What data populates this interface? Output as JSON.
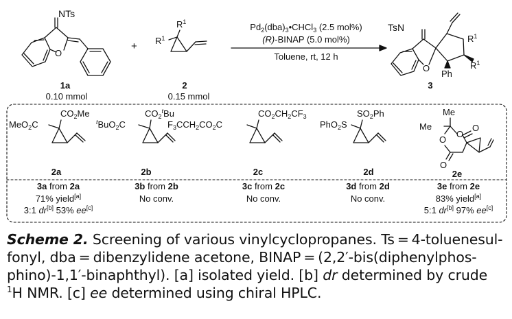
{
  "reaction": {
    "reactant1": {
      "group": "NTs",
      "heteroatom": "O",
      "label": "1a",
      "amount": "0.10 mmol"
    },
    "reactant2": {
      "sub1": "R",
      "sub1_sup": "1",
      "sub2": "R",
      "sub2_sup": "1",
      "label": "2",
      "amount": "0.15 mmol"
    },
    "plus": "+",
    "conditions": {
      "catalyst_a": "Pd",
      "catalyst_a_sub": "2",
      "catalyst_b": "(dba)",
      "catalyst_c_sub": "3",
      "catalyst_d": "•CHCl",
      "catalyst_e_sub": "3",
      "catalyst_loading": " (2.5 mol%)",
      "ligand_config": "(R)",
      "ligand": "-BINAP (5.0 mol%)",
      "solvent": "Toluene, rt, 12 h"
    },
    "product": {
      "group": "TsN",
      "heteroatom": "O",
      "ph": "Ph",
      "r": "R",
      "r_sup": "1",
      "label": "3"
    }
  },
  "substrates": [
    {
      "id": "2a",
      "left": "MeO",
      "left_sub": "2",
      "left_tail": "C",
      "top": "CO",
      "top_sub": "2",
      "top_tail": "Me",
      "result_product": "3a",
      "result_from": " from ",
      "result_substrate": "2a",
      "yield_text": "71% yield",
      "yield_note": "[a]",
      "dr_text": "3:1 ",
      "dr_label": "dr",
      "dr_note": "[b]",
      "ee_text": " 53% ",
      "ee_label": "ee",
      "ee_note": "[c]"
    },
    {
      "id": "2b",
      "left": "BuO",
      "left_prefix": "t",
      "left_sub": "2",
      "left_tail": "C",
      "top": "CO",
      "top_sub": "2",
      "top_tail_prefix": "t",
      "top_tail": "Bu",
      "result_product": "3b",
      "result_from": " from ",
      "result_substrate": "2b",
      "status": "No conv."
    },
    {
      "id": "2c",
      "left": "F",
      "left_sub": "3",
      "left_tail": "CCH",
      "left_sub2": "2",
      "left_tail2": "CO",
      "left_sub3": "2",
      "left_tail3": "C",
      "top": "CO",
      "top_sub": "2",
      "top_tail": "CH",
      "top_sub2": "2",
      "top_tail2": "CF",
      "top_sub3": "3",
      "result_product": "3c",
      "result_from": " from ",
      "result_substrate": "2c",
      "status": "No conv."
    },
    {
      "id": "2d",
      "left": "PhO",
      "left_sub": "2",
      "left_tail": "S",
      "top": "SO",
      "top_sub": "2",
      "top_tail": "Ph",
      "result_product": "3d",
      "result_from": " from ",
      "result_substrate": "2d",
      "status": "No conv."
    },
    {
      "id": "2e",
      "me_top": "Me",
      "me_left": "Me",
      "ring_o_top": "O",
      "ring_o_bottom": "O",
      "carbonyl_o_top": "O",
      "carbonyl_o_bottom": "O",
      "result_product": "3e",
      "result_from": " from ",
      "result_substrate": "2e",
      "yield_text": "83% yield",
      "yield_note": "[a]",
      "dr_text": "5:1 ",
      "dr_label": "dr",
      "dr_note": "[b]",
      "ee_text": " 97% ",
      "ee_label": "ee",
      "ee_note": "[c]"
    }
  ],
  "caption": {
    "lead": "Scheme 2.",
    "part1": " Screening of various vinylcyclopropanes. Ts = 4-toluenesul-fonyl, dba = dibenzylidene acetone, BINAP = (2,2′-bis(diphenylphos-phino)-1,1′-binaphthyl). [a] isolated yield. [b] ",
    "dr": "dr",
    "part2": " determined by crude ",
    "nmr_sup": "1",
    "part3": "H NMR. [c] ",
    "ee": "ee",
    "part4": " determined using chiral HPLC."
  }
}
